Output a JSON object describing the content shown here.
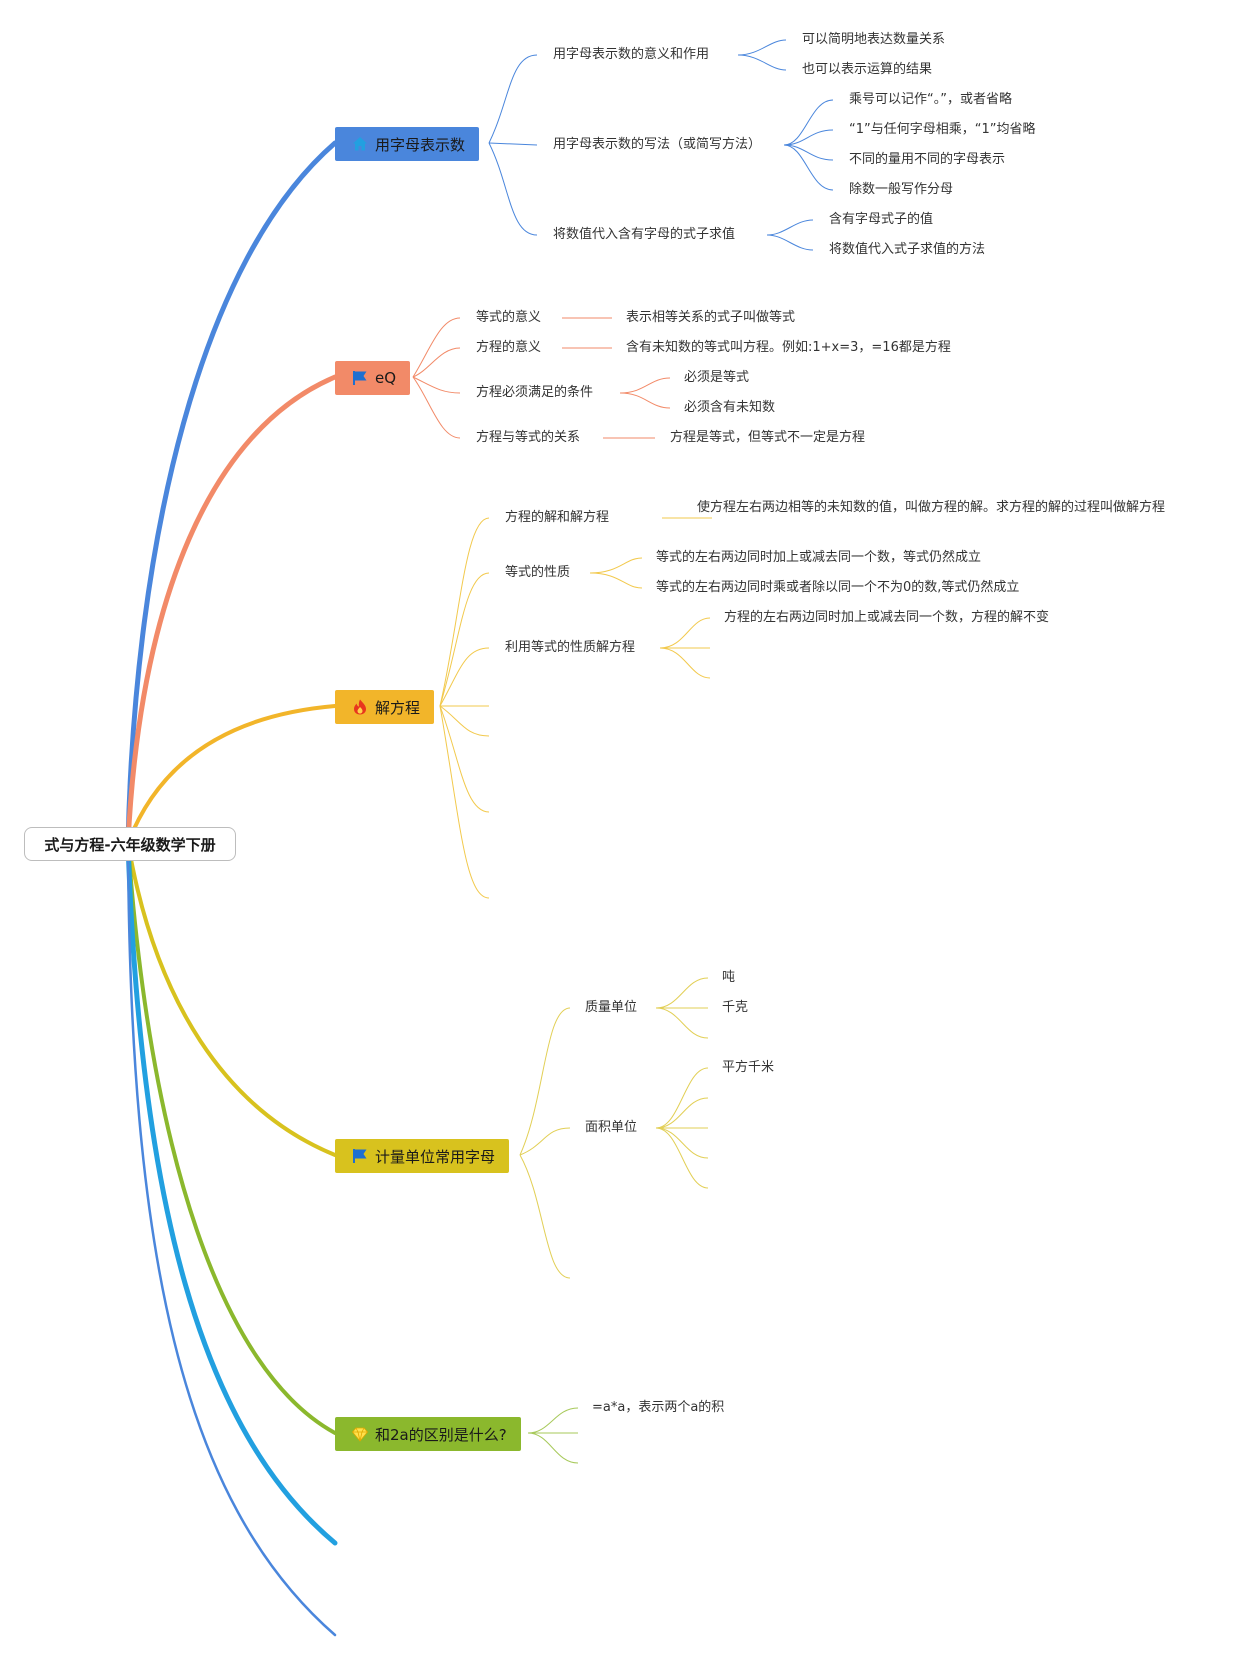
{
  "root": {
    "title": "式与方程-六年级数学下册"
  },
  "branches": [
    {
      "title": "用字母表示数",
      "color": "#4a86dc",
      "icon": "house-icon",
      "children": [
        {
          "label": "用字母表示数的意义和作用",
          "leaves": [
            "可以简明地表达数量关系",
            "也可以表示运算的结果"
          ]
        },
        {
          "label": "用字母表示数的写法（或简写方法）",
          "leaves": [
            "乘号可以记作“。”，或者省略",
            "“1”与任何字母相乘，“1”均省略",
            "不同的量用不同的字母表示",
            "除数一般写作分母"
          ]
        },
        {
          "label": "将数值代入含有字母的式子求值",
          "leaves": [
            "含有字母式子的值",
            "将数值代入式子求值的方法"
          ]
        }
      ]
    },
    {
      "title": "eQ",
      "color": "#f28a68",
      "icon": "flag-icon",
      "children": [
        {
          "label": "等式的意义",
          "leaves": [
            "表示相等关系的式子叫做等式"
          ]
        },
        {
          "label": "方程的意义",
          "leaves": [
            "含有未知数的等式叫方程。例如:1+x=3，=16都是方程"
          ]
        },
        {
          "label": "方程必须满足的条件",
          "leaves": [
            "必须是等式",
            "必须含有未知数"
          ]
        },
        {
          "label": "方程与等式的关系",
          "leaves": [
            "方程是等式，但等式不一定是方程"
          ]
        }
      ]
    },
    {
      "title": "解方程",
      "color": "#f2b52a",
      "icon": "fire-icon",
      "children": [
        {
          "label": "方程的解和解方程",
          "leaves": [
            "使方程左右两边相等的未知数的值，叫做方程的解。求方程的解的过程叫做解方程"
          ]
        },
        {
          "label": "等式的性质",
          "leaves": [
            "等式的左右两边同时加上或减去同一个数，等式仍然成立",
            "等式的左右两边同时乘或者除以同一个不为0的数,等式仍然成立"
          ]
        },
        {
          "label": "利用等式的性质解方程",
          "leaves": [
            "方程的左右两边同时加上或减去同一个数，方程的解不变"
          ]
        }
      ]
    },
    {
      "title": "计量单位常用字母",
      "color": "#d8c21e",
      "icon": "flag-icon",
      "children": [
        {
          "label": "质量单位",
          "leaves": [
            "吨",
            "千克"
          ]
        },
        {
          "label": "面积单位",
          "leaves": [
            "平方千米"
          ]
        }
      ]
    },
    {
      "title": "和2a的区别是什么?",
      "color": "#8bb82d",
      "icon": "diamond-icon",
      "children": [],
      "leaves": [
        "=a*a，表示两个a的积"
      ]
    }
  ]
}
